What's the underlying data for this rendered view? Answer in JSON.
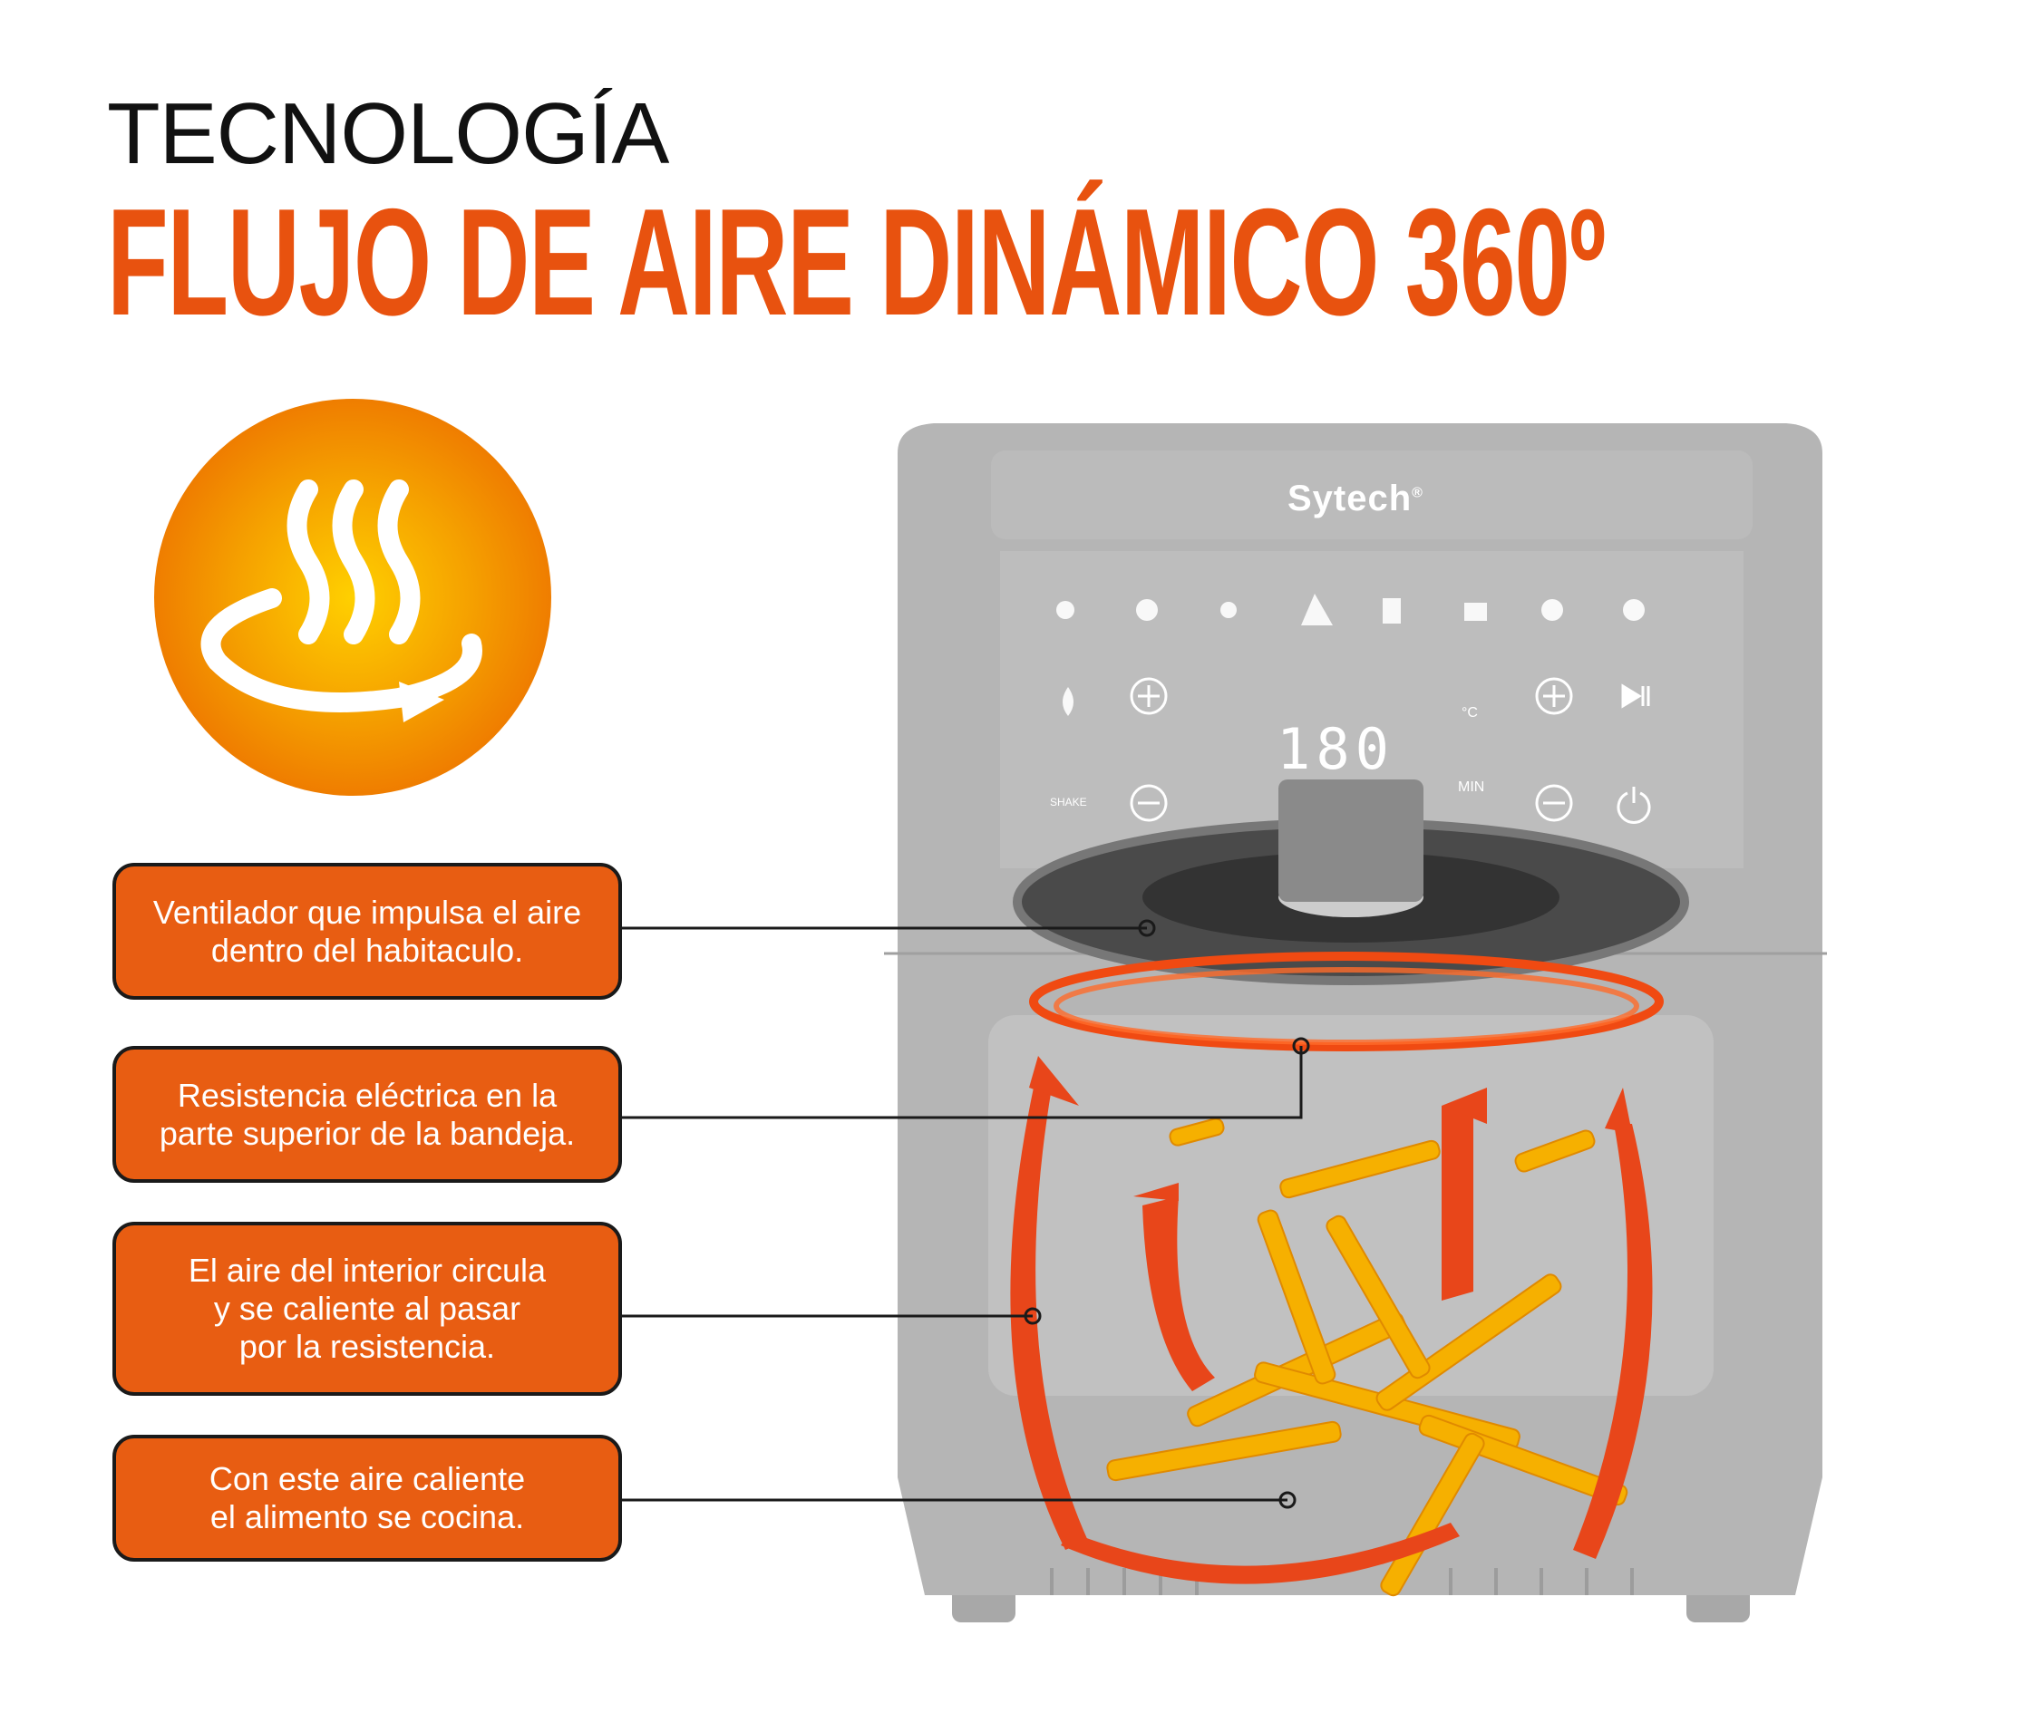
{
  "header": {
    "kicker": "TECNOLOGÍA",
    "headline": "FLUJO DE AIRE DINÁMICO 360º"
  },
  "callouts": [
    {
      "text": "Ventilador que impulsa el aire\ndentro del habitaculo."
    },
    {
      "text": "Resistencia eléctrica en la\nparte superior de la bandeja."
    },
    {
      "text": "El aire del interior circula\ny se caliente al pasar\npor la resistencia."
    },
    {
      "text": "Con este aire caliente\nel alimento se cocina."
    }
  ],
  "fryer": {
    "brand": "Sytech",
    "registered": "®",
    "display": "180",
    "temp_unit": "°C",
    "time_unit": "MIN",
    "shake_label": "SHAKE"
  },
  "colors": {
    "accent": "#e8520f",
    "callout": "#e85d12",
    "body": "#b3b3b3"
  }
}
